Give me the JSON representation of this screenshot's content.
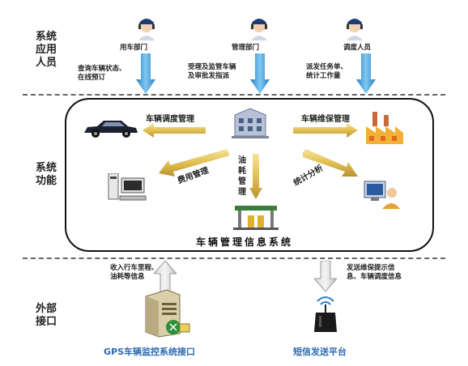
{
  "sections": {
    "personnel": "系统\n应用\n人员",
    "functions": "系统\n功能",
    "interfaces": "外部\n接口"
  },
  "roles": [
    {
      "name": "用车部门",
      "desc": "查询车辆状态、\n在线预订"
    },
    {
      "name": "管理部门",
      "desc": "受理及监管车辆\n及审批发指派"
    },
    {
      "name": "调度人员",
      "desc": "派发任务单、\n统计工作量"
    }
  ],
  "functions": {
    "dispatch": "车辆调度管理",
    "maintenance": "车辆维保管理",
    "cost": "费用管理",
    "fuel": "油耗管理",
    "stats": "统计分析",
    "system_title": "车辆管理信息系统"
  },
  "interfaces": {
    "gps_desc": "收入行车里程、\n油耗等信息",
    "gps_label": "GPS车辆监控系统接口",
    "sms_desc": "发送维保提示信\n息、车辆调度信息",
    "sms_label": "短信发送平台"
  },
  "colors": {
    "blue_arrow": "#4aa6e0",
    "gold_arrow": "#e8c860",
    "gray_arrow": "#c8c8c8",
    "blue_text": "#2a6ab0"
  },
  "icons": [
    "person-headset-icon",
    "car-icon",
    "computer-icon",
    "server-icon",
    "factory-icon",
    "gas-station-icon",
    "router-icon",
    "user-monitor-icon",
    "building-icon"
  ]
}
